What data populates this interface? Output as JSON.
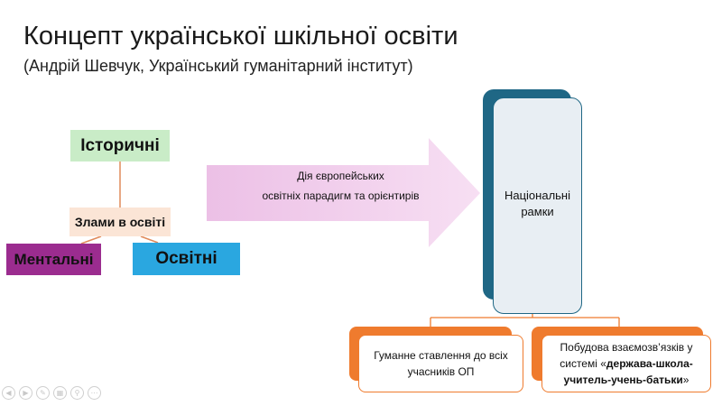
{
  "slide": {
    "title": "Концепт української шкільної освіти",
    "subtitle": "(Андрій Шевчук, Український гуманітарний інститут)"
  },
  "left_tree": {
    "top": "Історичні",
    "center": "Злами в освіті",
    "left": "Ментальні",
    "right": "Освітні"
  },
  "arrow": {
    "line1": "Дія європейських",
    "line2": "освітніх парадигм та орієнтирів"
  },
  "national": {
    "line1": "Національні",
    "line2": "рамки"
  },
  "bottom": {
    "left": {
      "line1": "Гуманне ставлення до всіх",
      "line2": "учасників ОП"
    },
    "right": {
      "line1": "Побудова взаємозв’язків у",
      "line2_prefix": "системі «",
      "line2_bold": "держава-школа-",
      "line3_bold": "учитель-учень-батьки",
      "line3_suffix": "»"
    }
  },
  "colors": {
    "historical": "#c9ecc7",
    "breaks": "#fbe5d6",
    "mental": "#9b2c8f",
    "educational": "#2aa7e0",
    "arrow": "#f2c6ec",
    "national_back": "#1f6785",
    "national_front": "#e8eef3",
    "orange": "#ef7b2e"
  },
  "controls": {
    "icons": [
      "prev-icon",
      "next-icon",
      "pen-icon",
      "slides-icon",
      "zoom-icon",
      "more-icon"
    ]
  }
}
